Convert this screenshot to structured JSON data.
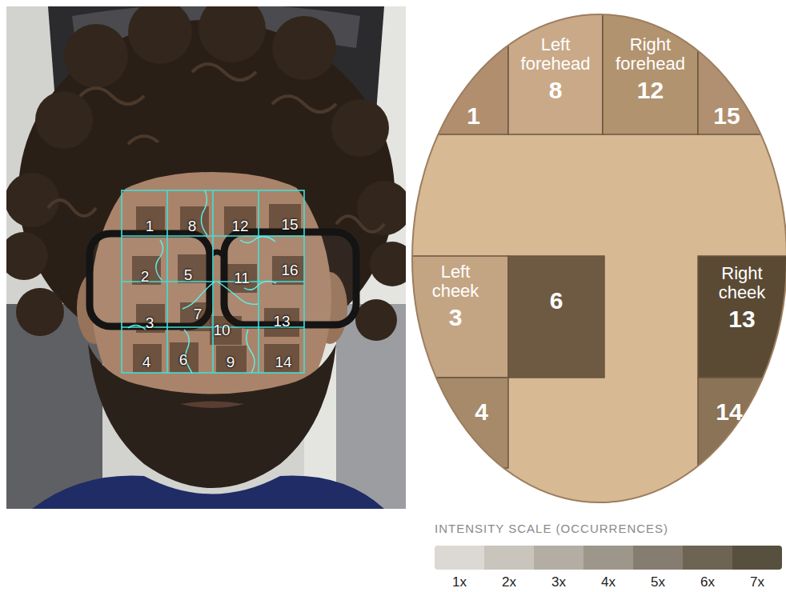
{
  "diagram": {
    "nodes": [
      {
        "text": [
          "1"
        ]
      },
      {
        "text": [
          "Left forehead",
          "8"
        ]
      },
      {
        "text": [
          "Right forehead",
          "12"
        ]
      },
      {
        "text": [
          "15"
        ]
      },
      {
        "text": [
          "Left cheek",
          "3"
        ]
      },
      {
        "text": [
          "6"
        ]
      },
      {
        "text": [
          "Right cheek",
          "13"
        ]
      },
      {
        "text": [
          "4"
        ]
      },
      {
        "text": [
          "14"
        ]
      }
    ],
    "labels": [
      "1",
      "8",
      "12",
      "15",
      "2",
      "5",
      "11",
      "16",
      "3",
      "7",
      "10",
      "13",
      "4",
      "6",
      "9",
      "14",
      "INTENSITY SCALE (OCCURRENCES)"
    ],
    "legend": [
      {
        "text": "1x",
        "color": "#dcd9d4"
      },
      {
        "text": "2x",
        "color": "#c9c4bc"
      },
      {
        "text": "3x",
        "color": "#b3ada3"
      },
      {
        "text": "4x",
        "color": "#9d968a"
      },
      {
        "text": "5x",
        "color": "#857d70"
      },
      {
        "text": "6x",
        "color": "#6d6454"
      },
      {
        "text": "7x",
        "color": "#58503f"
      }
    ]
  }
}
